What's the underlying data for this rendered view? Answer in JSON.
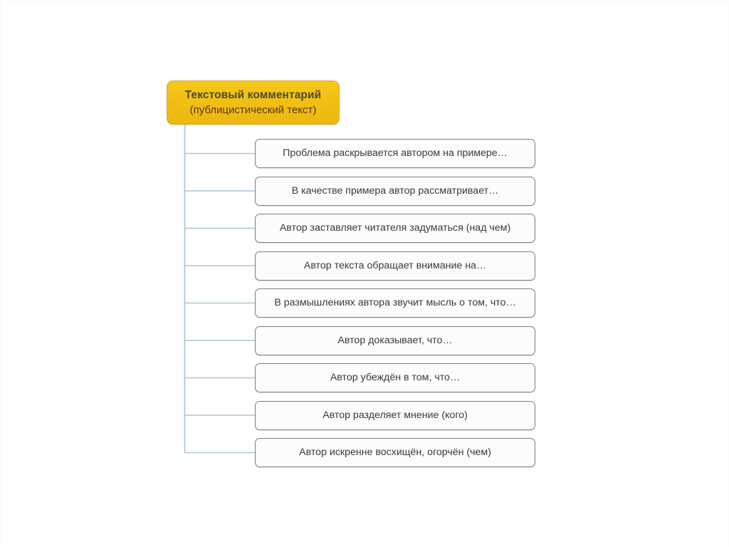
{
  "slide": {
    "background_color": "#ffffff",
    "accent_color": "#F2BF14",
    "connector_color": "#A9C6D6",
    "box_border_color": "#7E7E80",
    "box_fill_color": "#FCFCFC"
  },
  "root": {
    "line1": "Текстовый комментарий",
    "line2": "(публицистический текст)",
    "line1_color": "#4B4B27",
    "line2_color": "#55391B"
  },
  "items": [
    {
      "label": "Проблема раскрывается автором на примере…"
    },
    {
      "label": "В качестве примера автор рассматривает…"
    },
    {
      "label": "Автор заставляет читателя задуматься (над чем)"
    },
    {
      "label": "Автор текста обращает внимание на…"
    },
    {
      "label": "В размышлениях автора звучит мысль о том, что…"
    },
    {
      "label": "Автор доказывает, что…"
    },
    {
      "label": "Автор убеждён в том, что…"
    },
    {
      "label": "Автор разделяет мнение (кого)"
    },
    {
      "label": "Автор искренне восхищён, огорчён (чем)"
    }
  ],
  "chart_data": {
    "type": "diagram",
    "title": "Текстовый комментарий (публицистический текст)",
    "layout": "vertical-trunk-with-horizontal-branches",
    "root": "Текстовый комментарий (публицистический текст)",
    "children": [
      "Проблема раскрывается автором на примере…",
      "В качестве примера автор рассматривает…",
      "Автор заставляет читателя задуматься (над чем)",
      "Автор текста обращает внимание на…",
      "В размышлениях автора звучит мысль о том, что…",
      "Автор доказывает, что…",
      "Автор убеждён в том, что…",
      "Автор разделяет мнение (кого)",
      "Автор искренне восхищён, огорчён (чем)"
    ]
  }
}
